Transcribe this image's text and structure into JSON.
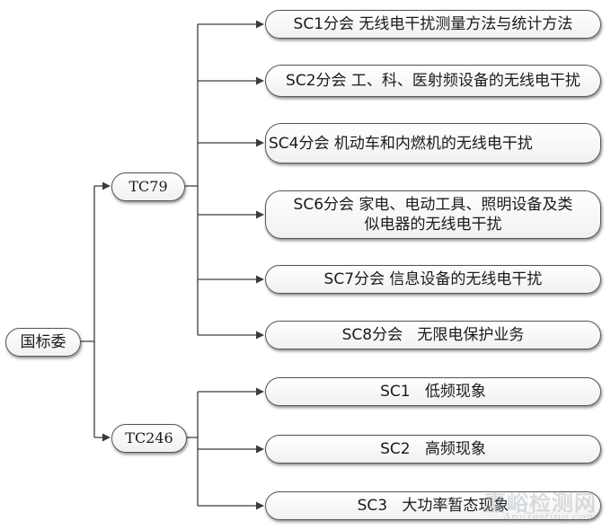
{
  "root": {
    "label": "国标委"
  },
  "committees": [
    {
      "label": "TC79",
      "subcommittees": [
        {
          "label": "SC1分会 无线电干扰测量方法与统计方法"
        },
        {
          "label": "SC2分会 工、科、医射频设备的无线电干扰"
        },
        {
          "label": "SC4分会 机动车和内燃机的无线电干扰"
        },
        {
          "label": "SC6分会 家电、电动工具、照明设备及类\n似电器的无线电干扰"
        },
        {
          "label": "SC7分会 信息设备的无线电干扰"
        },
        {
          "label": "SC8分会   无限电保护业务"
        }
      ]
    },
    {
      "label": "TC246",
      "subcommittees": [
        {
          "label": "SC1   低频现象"
        },
        {
          "label": "SC2   高频现象"
        },
        {
          "label": "SC3   大功率暂态现象"
        }
      ]
    }
  ],
  "watermark": {
    "cn": "嘉峪检测网",
    "en": "AnyTesting.com"
  },
  "colors": {
    "line": "#3c3c3c",
    "border": "#555555",
    "text": "#1a1a1a"
  }
}
